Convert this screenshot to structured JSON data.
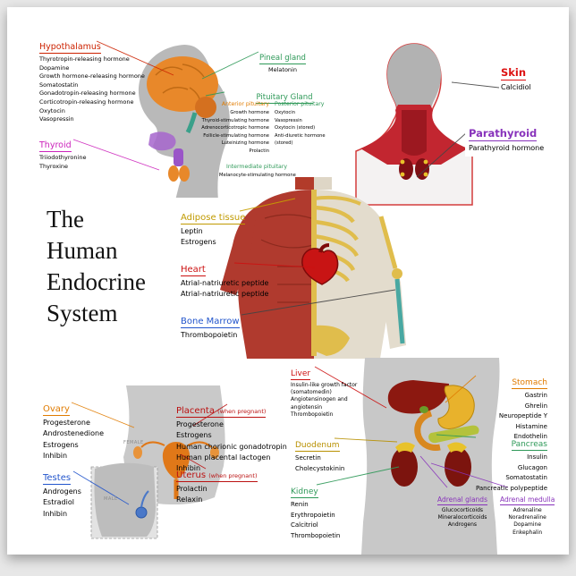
{
  "poster": {
    "title_lines": [
      "The",
      "Human",
      "Endocrine",
      "System"
    ],
    "figure_labels": {
      "female": "FEMALE",
      "male": "MALE"
    }
  },
  "glands": {
    "hypothalamus": {
      "label": "Hypothalamus",
      "color": "#cc2200",
      "hormones": [
        "Thyrotropin-releasing hormone",
        "Dopamine",
        "Growth hormone-releasing hormone",
        "Somatostatin",
        "Gonadotropin-releasing hormone",
        "Corticotropin-releasing hormone",
        "Oxytocin",
        "Vasopressin"
      ]
    },
    "thyroid": {
      "label": "Thyroid",
      "color": "#cc22bb",
      "hormones": [
        "Triiodothyronine",
        "Thyroxine"
      ]
    },
    "pineal": {
      "label": "Pineal gland",
      "color": "#2e9958",
      "hormones": [
        "Melatonin"
      ]
    },
    "pituitary": {
      "label": "Pituitary Gland",
      "color": "#2e9958",
      "anterior": {
        "label": "Anterior pituitary",
        "color": "#e07b00",
        "hormones": [
          "Growth hormone",
          "Thyroid-stimulating hormone",
          "Adrenocorticotropic hormone",
          "Follicle-stimulating hormone",
          "Luteinizing hormone",
          "Prolactin"
        ]
      },
      "posterior": {
        "label": "Posterior pituitary",
        "color": "#2e9958",
        "hormones": [
          "Oxytocin",
          "Vasopressin",
          "Oxytocin (stored)",
          "Anti-diuretic hormone (stored)"
        ]
      },
      "intermediate": {
        "label": "Intermediate pituitary",
        "color": "#2e9958",
        "hormones": [
          "Melanocyte-stimulating hormone"
        ]
      }
    },
    "skin": {
      "label": "Skin",
      "color": "#dd1111",
      "hormones": [
        "Calcidiol"
      ]
    },
    "parathyroid": {
      "label": "Parathyroid",
      "color": "#8833bb",
      "hormones": [
        "Parathyroid hormone"
      ]
    },
    "adipose_tissue": {
      "label": "Adipose tissue",
      "color": "#c09a00",
      "hormones": [
        "Leptin",
        "Estrogens"
      ]
    },
    "heart": {
      "label": "Heart",
      "color": "#cc1111",
      "hormones": [
        "Atrial-natriuretic peptide",
        "Atrial-natriuretic peptide"
      ]
    },
    "bone_marrow": {
      "label": "Bone Marrow",
      "color": "#2255cc",
      "hormones": [
        "Thrombopoietin"
      ]
    },
    "ovary": {
      "label": "Ovary",
      "color": "#e07b00",
      "hormones": [
        "Progesterone",
        "Androstenedione",
        "Estrogens",
        "Inhibin"
      ]
    },
    "testes": {
      "label": "Testes",
      "color": "#2255cc",
      "hormones": [
        "Androgens",
        "Estradiol",
        "Inhibin"
      ]
    },
    "placenta": {
      "label": "Placenta",
      "suffix": "(when pregnant)",
      "color": "#bb1111",
      "hormones": [
        "Progesterone",
        "Estrogens",
        "Human chorionic gonadotropin",
        "Human placental lactogen",
        "Inhibin"
      ]
    },
    "uterus": {
      "label": "Uterus",
      "suffix": "(when pregnant)",
      "color": "#bb1111",
      "hormones": [
        "Prolactin",
        "Relaxin"
      ]
    },
    "liver": {
      "label": "Liver",
      "color": "#cc1111",
      "hormones": [
        "Insulin-like growth factor (somatomedin)",
        "Angiotensinogen and angiotensin",
        "Thrombopoietin"
      ]
    },
    "duodenum": {
      "label": "Duodenum",
      "color": "#b89000",
      "hormones": [
        "Secretin",
        "Cholecystokinin"
      ]
    },
    "kidney": {
      "label": "Kidney",
      "color": "#2e9958",
      "hormones": [
        "Renin",
        "Erythropoietin",
        "Calcitriol",
        "Thrombopoietin"
      ]
    },
    "stomach": {
      "label": "Stomach",
      "color": "#e07b00",
      "hormones": [
        "Gastrin",
        "Ghrelin",
        "Neuropeptide Y",
        "Histamine",
        "Endothelin"
      ]
    },
    "pancreas": {
      "label": "Pancreas",
      "color": "#2e9958",
      "hormones": [
        "Insulin",
        "Glucagon",
        "Somatostatin",
        "Pancreatic polypeptide"
      ]
    },
    "adrenal_glands": {
      "label": "Adrenal glands",
      "color": "#8833bb",
      "hormones": [
        "Glucocorticoids",
        "Mineralocorticoids",
        "Androgens"
      ]
    },
    "adrenal_medulla": {
      "label": "Adrenal medulla",
      "color": "#8833bb",
      "hormones": [
        "Adrenaline",
        "Noradrenaline",
        "Dopamine",
        "Enkephalin"
      ]
    }
  }
}
